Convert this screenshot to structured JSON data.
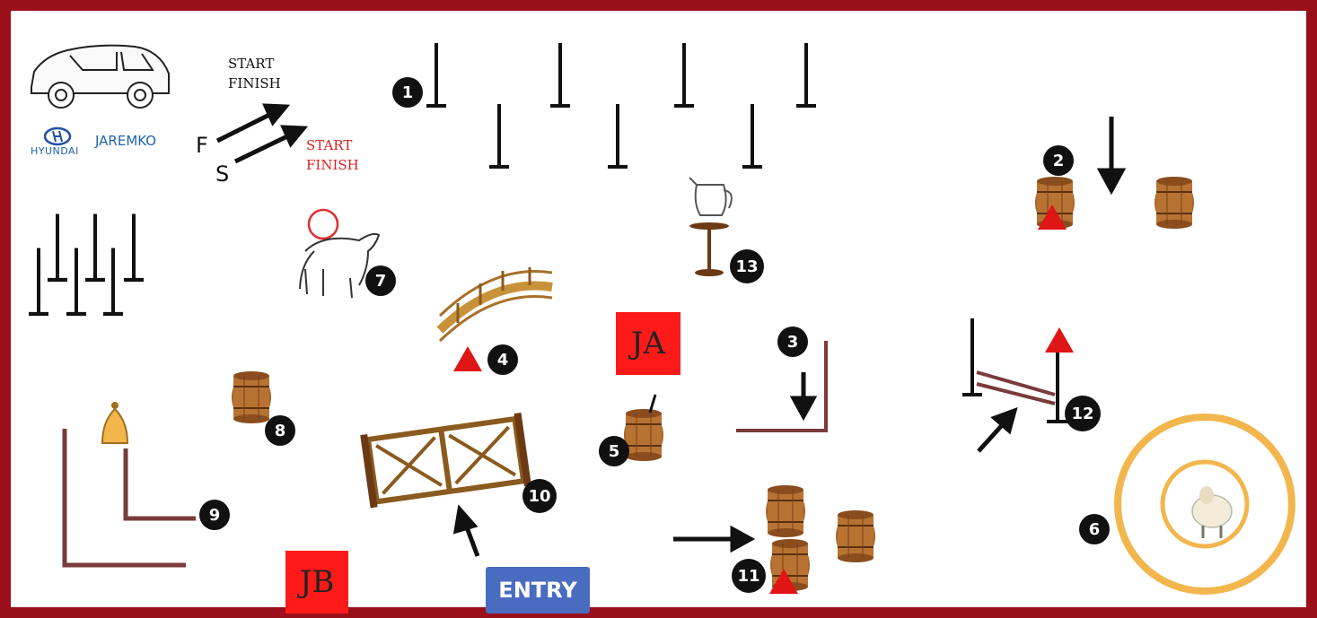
{
  "colors": {
    "border": "#9b0f1a",
    "judge_bg": "#ff1a1a",
    "entry_bg": "#4a6cc0",
    "ring": "#f2b64d",
    "marker": "#e01515",
    "barrel": "#a8652a",
    "pole": "#7a3b3b"
  },
  "sponsors": {
    "brand1": "HYUNDAI",
    "brand2": "JAREMKO"
  },
  "start_finish_black": {
    "line1": "START",
    "line2": "FINISH"
  },
  "start_finish_red": {
    "line1": "START",
    "line2": "FINISH"
  },
  "letters": {
    "f": "F",
    "s": "S"
  },
  "judges": {
    "ja": "JA",
    "jb": "JB"
  },
  "entry": {
    "label": "ENTRY"
  },
  "stations": {
    "s1": "1",
    "s2": "2",
    "s3": "3",
    "s4": "4",
    "s5": "5",
    "s6": "6",
    "s7": "7",
    "s8": "8",
    "s9": "9",
    "s10": "10",
    "s11": "11",
    "s12": "12",
    "s13": "13"
  },
  "icons": [
    "car-icon",
    "bull-icon",
    "bridge-icon",
    "bell-icon",
    "gate-icon",
    "pitcher-icon",
    "sheep-icon",
    "barrel-icon",
    "arrow-icon",
    "cone-icon"
  ]
}
